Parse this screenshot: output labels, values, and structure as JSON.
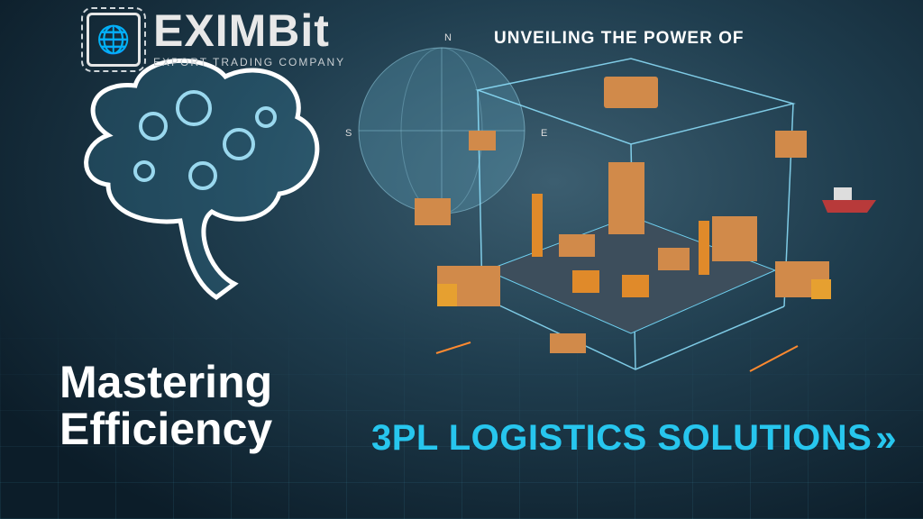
{
  "logo": {
    "name": "EXIMBit",
    "tagline": "EXPORT TRADING COMPANY",
    "icon": "globe-chip-icon"
  },
  "headline": "UNVEILING THE POWER OF",
  "title": {
    "line1": "Mastering",
    "line2": "Efficiency"
  },
  "cta": {
    "label": "3PL LOGISTICS SOLUTIONS",
    "icon": "double-chevron-right-icon"
  },
  "compass": {
    "n": "N",
    "s": "S",
    "e": "E"
  },
  "colors": {
    "accent": "#27c6ee",
    "background": "#0d2230"
  }
}
